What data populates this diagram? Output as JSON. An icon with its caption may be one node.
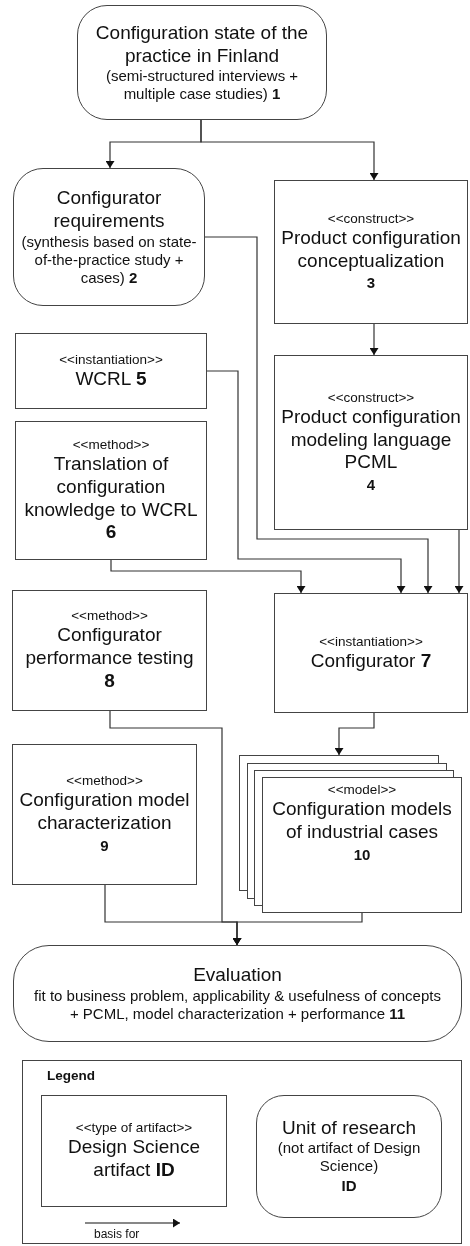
{
  "diagram": {
    "nodes": [
      {
        "text": [
          "Configuration state of the practice in Finland",
          "(semi-structured interviews + multiple case studies) **1**"
        ]
      },
      {
        "text": [
          "Configurator requirements",
          "(synthesis based on state-of-the-practice study + cases) **2**"
        ]
      },
      {
        "text": [
          "<<construct>>",
          "Product configuration conceptualization",
          "3"
        ]
      },
      {
        "text": [
          "<<construct>>",
          "Product configuration modeling language PCML",
          "4"
        ]
      },
      {
        "text": [
          "<<instantiation>>",
          "WCRL **5**"
        ]
      },
      {
        "text": [
          "<<method>>",
          "Translation of configuration knowledge to WCRL **6**"
        ]
      },
      {
        "text": [
          "<<method>>",
          "Configurator performance testing **8**"
        ]
      },
      {
        "text": [
          "<<instantiation>>",
          "Configurator **7**"
        ]
      },
      {
        "text": [
          "<<method>>",
          "Configuration model characterization",
          "9"
        ]
      },
      {
        "text": [
          "<<model>>",
          "Configuration models of industrial cases",
          "10"
        ]
      },
      {
        "text": [
          "Evaluation",
          "fit to business problem, applicability & usefulness of concepts + PCML, model characterization + performance **11**"
        ]
      },
      {
        "text": [
          "Legend"
        ]
      },
      {
        "text": [
          "<<type of artifact>>",
          "Design Science artifact **ID**"
        ],
        "in": 11
      },
      {
        "text": [
          "Unit of research",
          "(not artifact of Design Science)",
          "ID"
        ],
        "in": 11
      }
    ],
    "edges": [
      {
        "from": 0,
        "to": 1,
        "arrow": "to"
      },
      {
        "from": 0,
        "to": 2,
        "arrow": "to"
      },
      {
        "from": 2,
        "to": 3,
        "arrow": "to"
      },
      {
        "from": 1,
        "to": 7,
        "arrow": "to"
      },
      {
        "from": 4,
        "to": 7,
        "arrow": "to"
      },
      {
        "from": 5,
        "to": 7,
        "arrow": "to"
      },
      {
        "from": 3,
        "to": 7,
        "arrow": "to"
      },
      {
        "from": 7,
        "to": 9,
        "arrow": "to"
      },
      {
        "from": 6,
        "to": 10,
        "arrow": "to"
      },
      {
        "from": 8,
        "to": 10,
        "arrow": "to"
      },
      {
        "from": 9,
        "to": 10,
        "arrow": "to"
      }
    ],
    "legend": [
      {
        "text": "basis for"
      }
    ]
  }
}
